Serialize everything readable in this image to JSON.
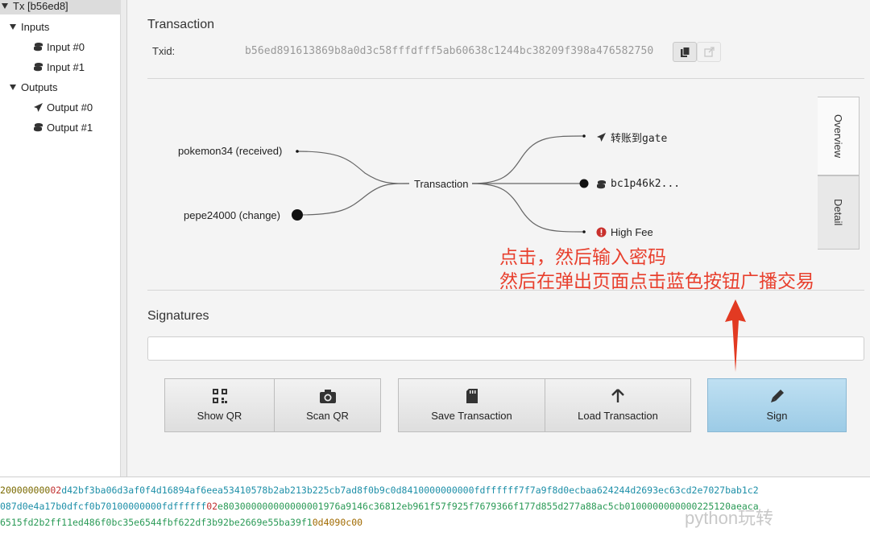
{
  "tree": {
    "root": "Tx [b56ed8]",
    "inputs_label": "Inputs",
    "inputs": [
      "Input #0",
      "Input #1"
    ],
    "outputs_label": "Outputs",
    "outputs": [
      "Output #0",
      "Output #1"
    ]
  },
  "transaction": {
    "title": "Transaction",
    "txid_label": "Txid:",
    "txid": "b56ed891613869b8a0d3c58fffdfff5ab60638c1244bc38209f398a476582750"
  },
  "diagram": {
    "inputs": [
      "pokemon34 (received)",
      "pepe24000 (change)"
    ],
    "center": "Transaction",
    "outputs": [
      "转账到gate",
      "bc1p46k2...",
      "High Fee"
    ]
  },
  "tabs": [
    "Overview",
    "Detail"
  ],
  "signatures": {
    "title": "Signatures"
  },
  "buttons": {
    "show_qr": "Show QR",
    "scan_qr": "Scan QR",
    "save_tx": "Save Transaction",
    "load_tx": "Load Transaction",
    "sign": "Sign"
  },
  "annotation": {
    "line1": "点击，然后输入密码",
    "line2": "然后在弹出页面点击蓝色按钮广播交易"
  },
  "hex": {
    "line1": [
      {
        "t": "2",
        "c": "ver"
      },
      {
        "t": "00000000",
        "c": "ver"
      },
      {
        "t": "02",
        "c": "cnt"
      },
      {
        "t": "d42bf3ba06d3af0f4d16894af6eea53410578b2ab213b225cb7ad8f0b9c0d8410000000000fdffffff7f7a9f8d0ecbaa624244d2693ec63cd2e7027bab1c2",
        "c": "in"
      }
    ],
    "line2": [
      {
        "t": "087d0e4a17b0dfcf0b70100000000fdffffff",
        "c": "in"
      },
      {
        "t": "02",
        "c": "cnt"
      },
      {
        "t": "e803000000000000001976a9146c36812eb961f57f925f7679366f177d855d277a88ac",
        "c": "out"
      },
      {
        "t": "5cb0100000000000225120aeaca",
        "c": "out"
      }
    ],
    "line3": [
      {
        "t": "6515fd2b2ff11ed486f0bc35e6544fbf622df3b92be2669e55ba39f1",
        "c": "out"
      },
      {
        "t": "0d4090c00",
        "c": "lock"
      }
    ]
  },
  "watermark": "python玩转",
  "colors": {
    "sign_button": "#a8d4ec",
    "annotation": "#e8402e"
  }
}
